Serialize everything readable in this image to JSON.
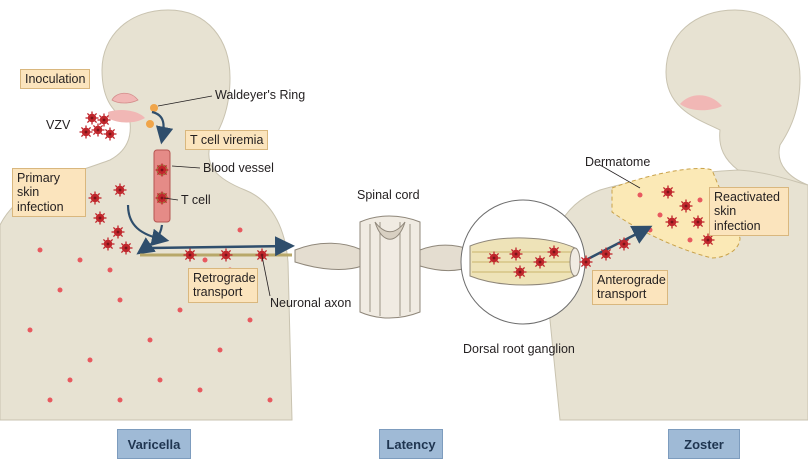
{
  "labels": {
    "inoculation": "Inoculation",
    "vzv": "VZV",
    "waldeyers_ring": "Waldeyer's Ring",
    "t_cell_viremia": "T cell viremia",
    "blood_vessel": "Blood vessel",
    "primary_skin_infection_l1": "Primary skin",
    "primary_skin_infection_l2": "infection",
    "t_cell": "T cell",
    "spinal_cord": "Spinal cord",
    "retrograde_transport_l1": "Retrograde",
    "retrograde_transport_l2": "transport",
    "neuronal_axon": "Neuronal axon",
    "dorsal_root_ganglion": "Dorsal root ganglion",
    "dermatome": "Dermatome",
    "reactivated_l1": "Reactivated",
    "reactivated_l2": "skin infection",
    "anterograde_l1": "Anterograde",
    "anterograde_l2": "transport"
  },
  "stages": {
    "varicella": "Varicella",
    "latency": "Latency",
    "zoster": "Zoster"
  },
  "colors": {
    "body": "#e7e2d2",
    "body_outline": "#c9c3b0",
    "label_box": "#fbe4bd",
    "stage_tab": "#9fbad6",
    "arrow": "#2f4e6c",
    "virus": "#c0272d",
    "skin_spot": "#e8595f",
    "dermatome": "#fbe9b6"
  }
}
